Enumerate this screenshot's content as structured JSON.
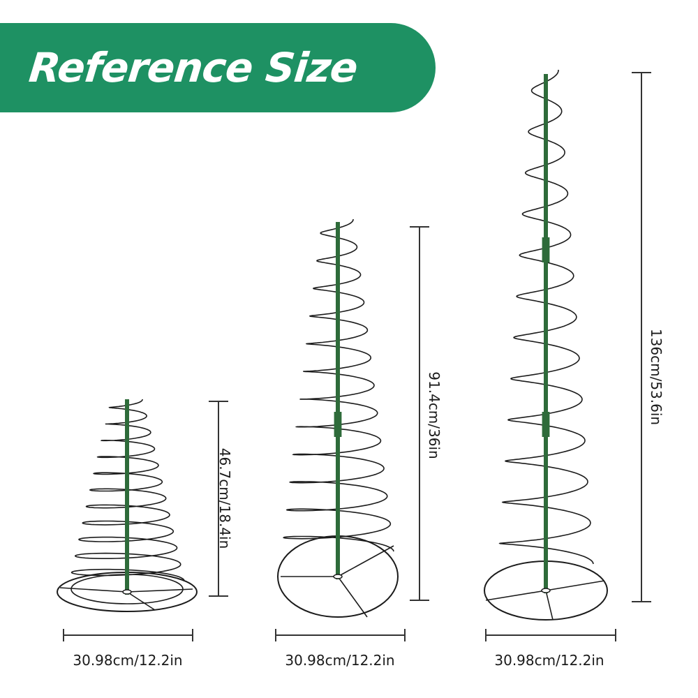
{
  "banner": {
    "title": "Reference Size",
    "color": "#1e9163"
  },
  "colors": {
    "stake": "#2e6b3a",
    "wire": "#1b1b1b",
    "dimension": "#333333"
  },
  "products": [
    {
      "height_label": "46.7cm/18.4in",
      "width_label": "30.98cm/12.2in"
    },
    {
      "height_label": "91.4cm/36in",
      "width_label": "30.98cm/12.2in"
    },
    {
      "height_label": "136cm/53.6in",
      "width_label": "30.98cm/12.2in"
    }
  ]
}
